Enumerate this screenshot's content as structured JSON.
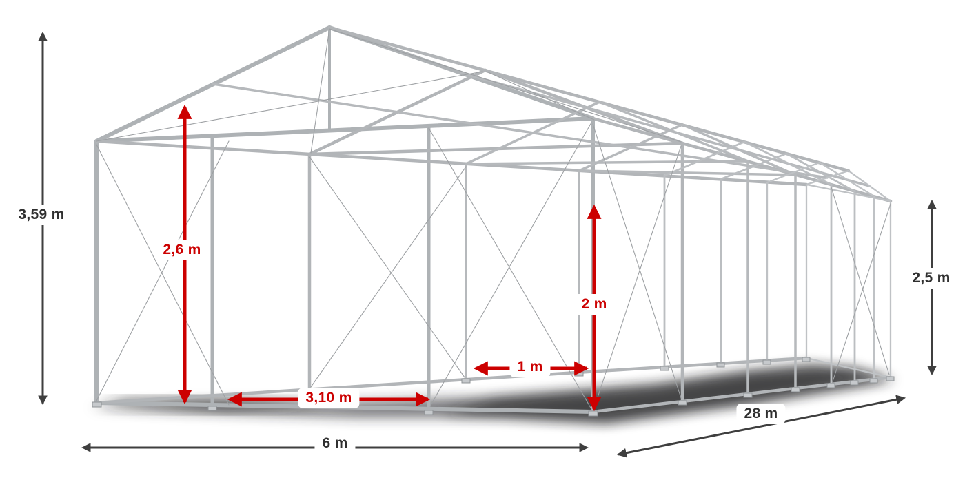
{
  "diagram": {
    "type": "tent-frame-dimension-diagram",
    "subject": "metal tent / marquee skeleton frame with measurement arrows",
    "colors": {
      "dimension_red": "#cc0000",
      "dimension_black": "#2f2f2f",
      "frame_gray": "#b2b5b8",
      "background": "#ffffff"
    },
    "dimensions": {
      "total_height": "3,59 m",
      "inner_height": "2,6 m",
      "passage_width": "3,10 m",
      "post_spacing": "1 m",
      "clear_height": "2 m",
      "side_height": "2,5 m",
      "width": "6 m",
      "length": "28 m"
    }
  }
}
